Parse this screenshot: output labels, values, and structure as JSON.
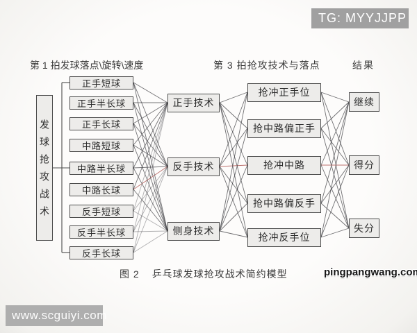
{
  "overlay": {
    "tg_badge": "TG: MYYJJPP",
    "site_right": "pingpangwang.com",
    "site_bottom": "www.scguiyi.com"
  },
  "headers": {
    "serve": "第 1 拍发球落点\\旋转\\速度",
    "attack": "第 3 拍抢攻技术与落点",
    "result": "结果"
  },
  "diagram": {
    "root_label": "发球抢攻战术",
    "serves": [
      "正手短球",
      "正手半长球",
      "正手长球",
      "中路短球",
      "中路半长球",
      "中路长球",
      "反手短球",
      "反手半长球",
      "反手长球"
    ],
    "techniques": [
      "正手技术",
      "反手技术",
      "侧身技术"
    ],
    "attacks": [
      "抢冲正手位",
      "抢中路偏正手",
      "抢冲中路",
      "抢中路偏反手",
      "抢冲反手位"
    ],
    "results": [
      "继续",
      "得分",
      "失分"
    ]
  },
  "caption": {
    "fig": "图 2",
    "title": "乒乓球发球抢攻战术简约模型"
  },
  "colors": {
    "edge": "#46464a",
    "edge_red": "#b4625e",
    "box_fill": "#edecea",
    "box_border": "#4c4c4c",
    "badge_bg": "#a0a0a0",
    "watermark_bg": "#aeaeae",
    "bracket": "#4c4c4c"
  }
}
